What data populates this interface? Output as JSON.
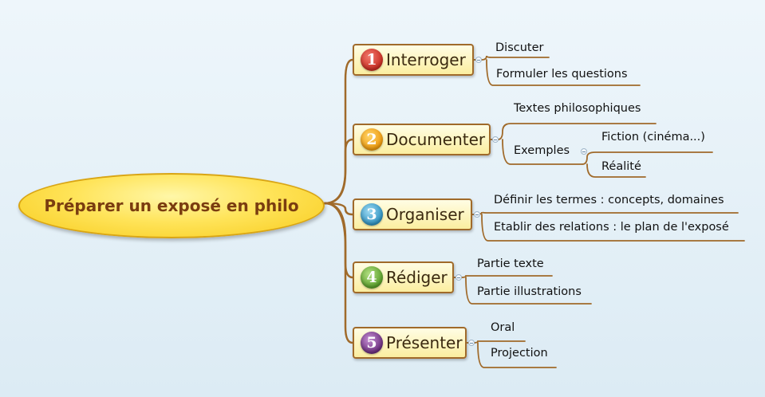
{
  "central_topic": "Préparer un exposé en philo",
  "branches": [
    {
      "number": "1",
      "label": "Interroger",
      "color": "#d23a2e",
      "children": [
        "Discuter",
        "Formuler les questions"
      ]
    },
    {
      "number": "2",
      "label": "Documenter",
      "color": "#f2a81a",
      "children": [
        "Textes philosophiques",
        "Exemples"
      ],
      "sub_children": [
        "Fiction (cinéma...)",
        "Réalité"
      ]
    },
    {
      "number": "3",
      "label": "Organiser",
      "color": "#3a9fc9",
      "children": [
        "Définir les termes : concepts, domaines",
        "Etablir des relations : le plan de l'exposé"
      ]
    },
    {
      "number": "4",
      "label": "Rédiger",
      "color": "#69ad36",
      "children": [
        "Partie texte",
        "Partie illustrations"
      ]
    },
    {
      "number": "5",
      "label": "Présenter",
      "color": "#7b3c8c",
      "children": [
        "Oral",
        "Projection"
      ]
    }
  ],
  "colors": {
    "connector": "#a06a2a",
    "topic_border": "#a06a2a",
    "central_fill": "#ffe45a"
  }
}
